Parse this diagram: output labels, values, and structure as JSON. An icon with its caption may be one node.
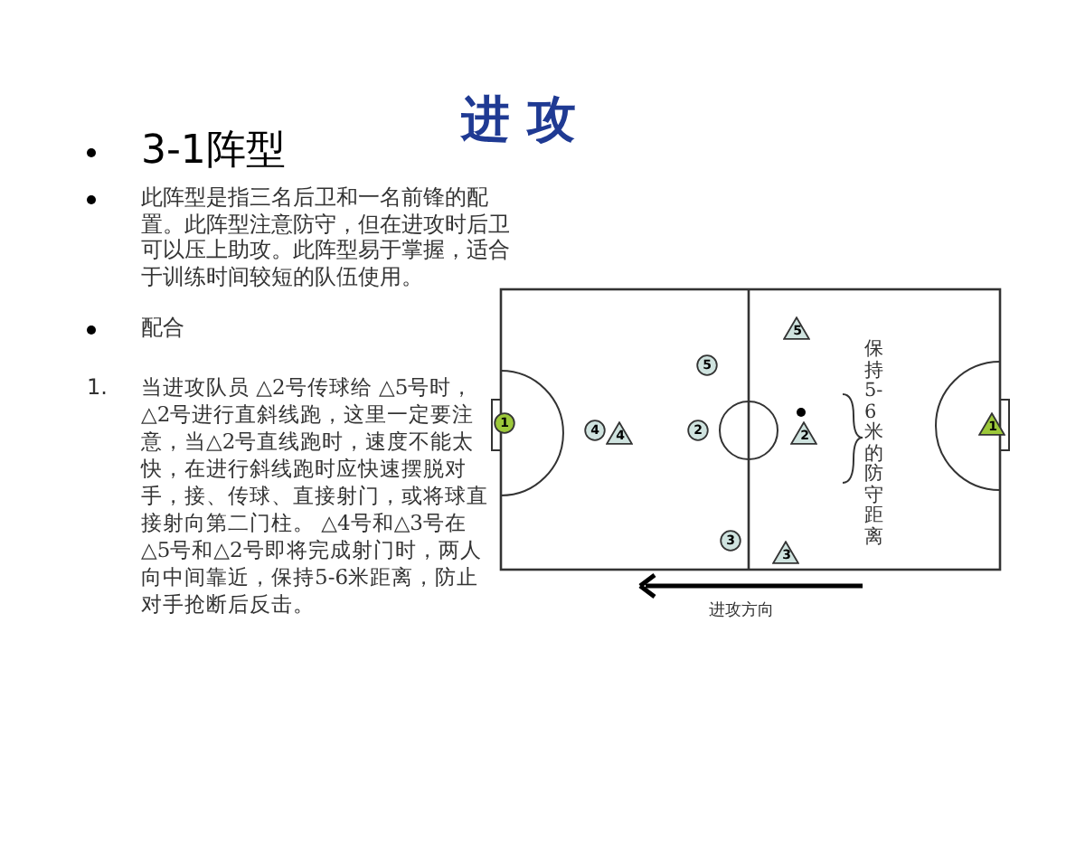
{
  "diagram": {
    "title": "进 攻",
    "nodes": [
      {
        "text": [
          "1"
        ]
      },
      {
        "text": [
          "4"
        ]
      },
      {
        "text": [
          "4"
        ]
      },
      {
        "text": [
          "5"
        ]
      },
      {
        "text": [
          "2"
        ]
      },
      {
        "text": [
          "3"
        ]
      },
      {
        "text": [
          "5"
        ]
      },
      {
        "text": [
          "2"
        ]
      },
      {
        "text": [
          "3"
        ]
      },
      {
        "text": [
          "1"
        ]
      }
    ],
    "edges": [],
    "labels": [
      "3-1阵型",
      "此阵型是指三名后卫和一名前锋的配置。此阵型注意防守，但在进攻时后卫可以压上助攻。此阵型易于掌握，适合于训练时间较短的队伍使用。",
      "配合",
      "1.",
      "当进攻队员 △2号传球给 △5号时，△2号进行直斜线跑，这里一定要注意，当△2号直线跑时，速度不能太快，在进行斜线跑时应快速摆脱对手，接、传球、直接射门，或将球直接射向第二门柱。 △4号和△3号在△5号和△2号即将完成射门时，两人向中间靠近，保持5-6米距离，防止对手抢断后反击。",
      "保持5-6米的防守距离",
      "进攻方向"
    ]
  }
}
